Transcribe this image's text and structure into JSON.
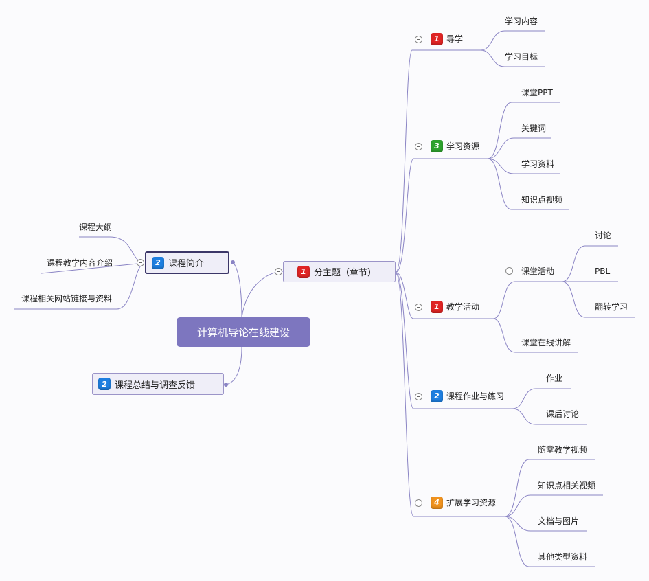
{
  "root": {
    "label": "计算机导论在线建设"
  },
  "colors": {
    "line": "#8a84c4",
    "root_fill": "#7d76bf",
    "red": "#e02424",
    "green": "#2ea32e",
    "blue": "#1e7fe0",
    "orange": "#f0931e"
  },
  "left": {
    "intro": {
      "badge": "2",
      "label": "课程简介",
      "children": [
        "课程大纲",
        "课程教学内容介绍",
        "课程相关网站链接与资料"
      ]
    },
    "summary": {
      "badge": "2",
      "label": "课程总结与调查反馈"
    }
  },
  "right": {
    "topic": {
      "badge": "1",
      "label": "分主题（章节）"
    },
    "branches": [
      {
        "badge": "1",
        "label": "导学",
        "children": [
          "学习内容",
          "学习目标"
        ]
      },
      {
        "badge": "3",
        "label": "学习资源",
        "children": [
          "课堂PPT",
          "关键词",
          "学习资料",
          "知识点视频"
        ]
      },
      {
        "badge": "1",
        "label": "教学活动",
        "sub": {
          "label": "课堂活动",
          "children": [
            "讨论",
            "PBL",
            "翻转学习"
          ]
        },
        "children": [
          "课堂在线讲解"
        ]
      },
      {
        "badge": "2",
        "label": "课程作业与练习",
        "children": [
          "作业",
          "课后讨论"
        ]
      },
      {
        "badge": "4",
        "label": "扩展学习资源",
        "children": [
          "随堂教学视频",
          "知识点相关视频",
          "文档与图片",
          "其他类型资料"
        ]
      }
    ]
  }
}
